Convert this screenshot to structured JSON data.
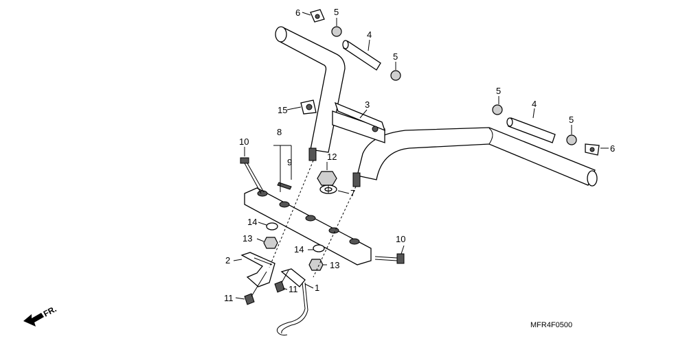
{
  "diagram": {
    "code": "MFR4F0500",
    "direction_label": "FR.",
    "callouts": {
      "c1": "1",
      "c2": "2",
      "c3": "3",
      "c4a": "4",
      "c4b": "4",
      "c5a": "5",
      "c5b": "5",
      "c5c": "5",
      "c5d": "5",
      "c6a": "6",
      "c6b": "6",
      "c7": "7",
      "c8": "8",
      "c9": "9",
      "c10a": "10",
      "c10b": "10",
      "c11a": "11",
      "c11b": "11",
      "c12": "12",
      "c13a": "13",
      "c13b": "13",
      "c14a": "14",
      "c14b": "14",
      "c15": "15"
    }
  }
}
